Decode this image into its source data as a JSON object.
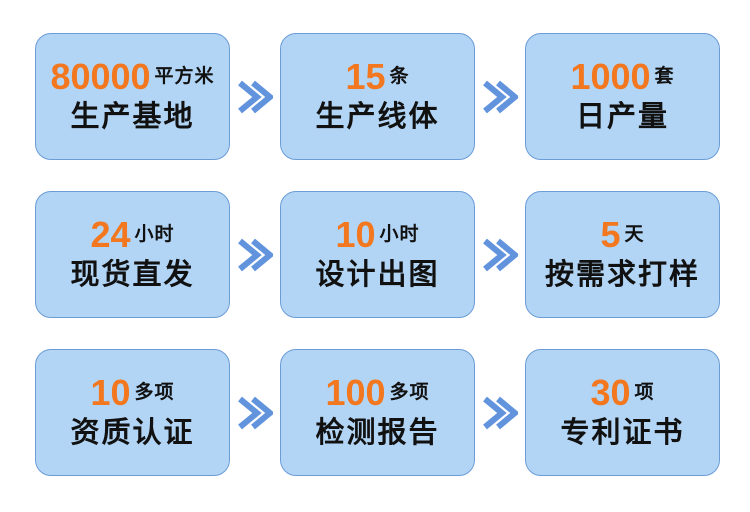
{
  "panel": {
    "description": "factory-capability-stats-grid"
  },
  "colors": {
    "accent_orange": "#f2771e",
    "card_bg": "#b2d5f5",
    "card_border": "#6b9cd6",
    "arrow_blue": "#6294de",
    "text_black": "#111111",
    "page_bg": "#ffffff"
  },
  "icons": {
    "arrow": "double-chevron-right"
  },
  "cards": [
    {
      "number": "80000",
      "unit": "平方米",
      "label": "生产基地"
    },
    {
      "number": "15",
      "unit": "条",
      "label": "生产线体"
    },
    {
      "number": "1000",
      "unit": "套",
      "label": "日产量"
    },
    {
      "number": "24",
      "unit": "小时",
      "label": "现货直发"
    },
    {
      "number": "10",
      "unit": "小时",
      "label": "设计出图"
    },
    {
      "number": "5",
      "unit": "天",
      "label": "按需求打样"
    },
    {
      "number": "10",
      "unit": "多项",
      "label": "资质认证"
    },
    {
      "number": "100",
      "unit": "多项",
      "label": "检测报告"
    },
    {
      "number": "30",
      "unit": "项",
      "label": "专利证书"
    }
  ]
}
